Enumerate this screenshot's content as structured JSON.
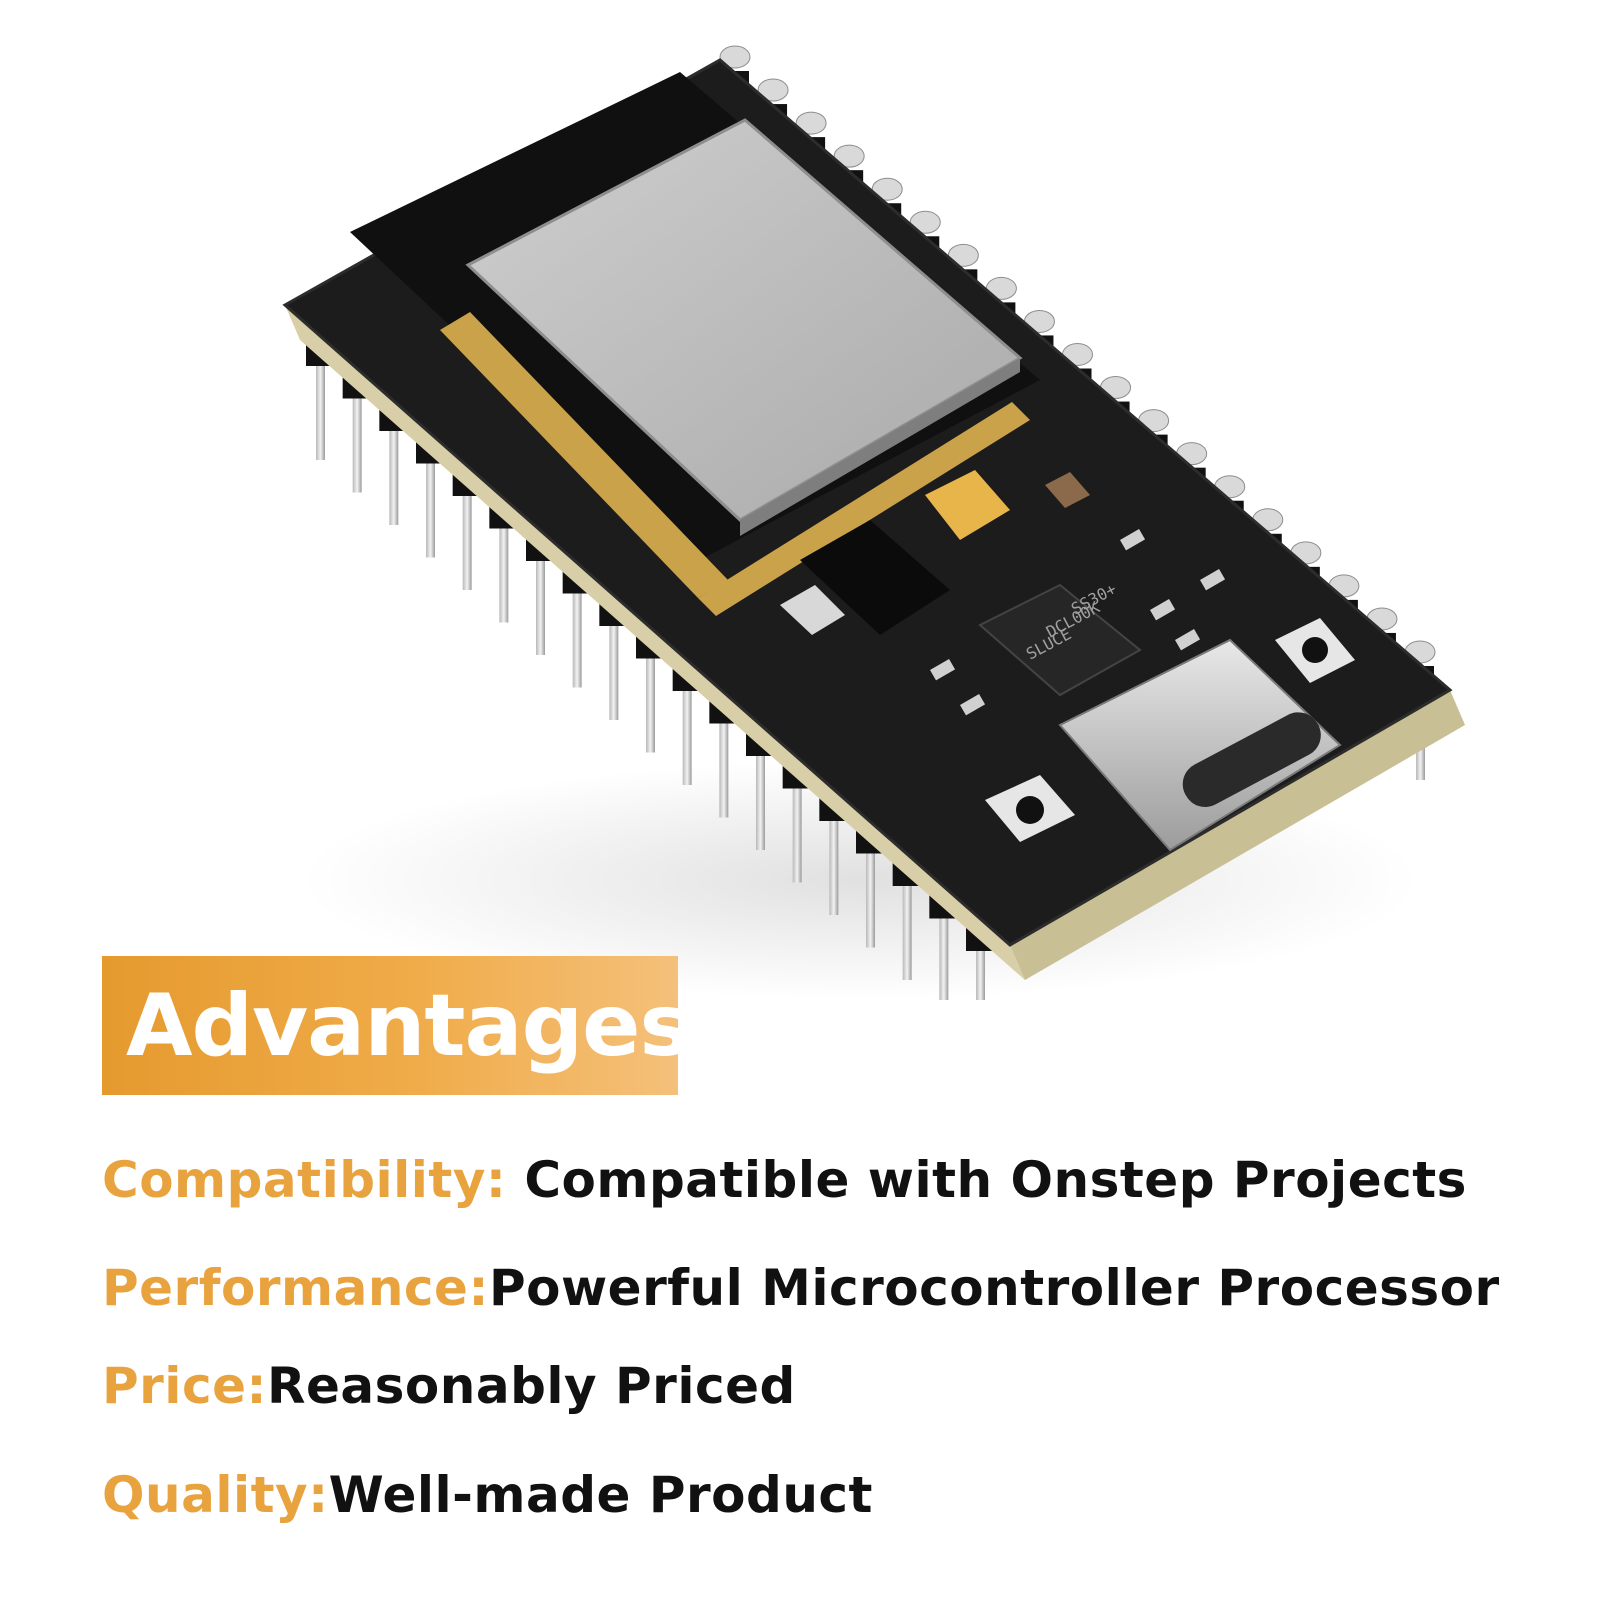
{
  "colors": {
    "accent": "#e8a33f",
    "badge_bg": "#eda440",
    "text": "#111111",
    "board": "#1c1c1c",
    "background": "#ffffff"
  },
  "photo": {
    "subject": "microcontroller-dev-board",
    "chip_markings": [
      "SS30+",
      "DCL00K",
      "SLUCE"
    ]
  },
  "badge": {
    "label": "Advantages"
  },
  "features": [
    {
      "label": "Compatibility:",
      "value": " Compatible with Onstep Projects"
    },
    {
      "label": "Performance:",
      "value": "Powerful Microcontroller Processor"
    },
    {
      "label": "Price:",
      "value": "Reasonably Priced"
    },
    {
      "label": "Quality:",
      "value": "Well-made Product"
    }
  ]
}
